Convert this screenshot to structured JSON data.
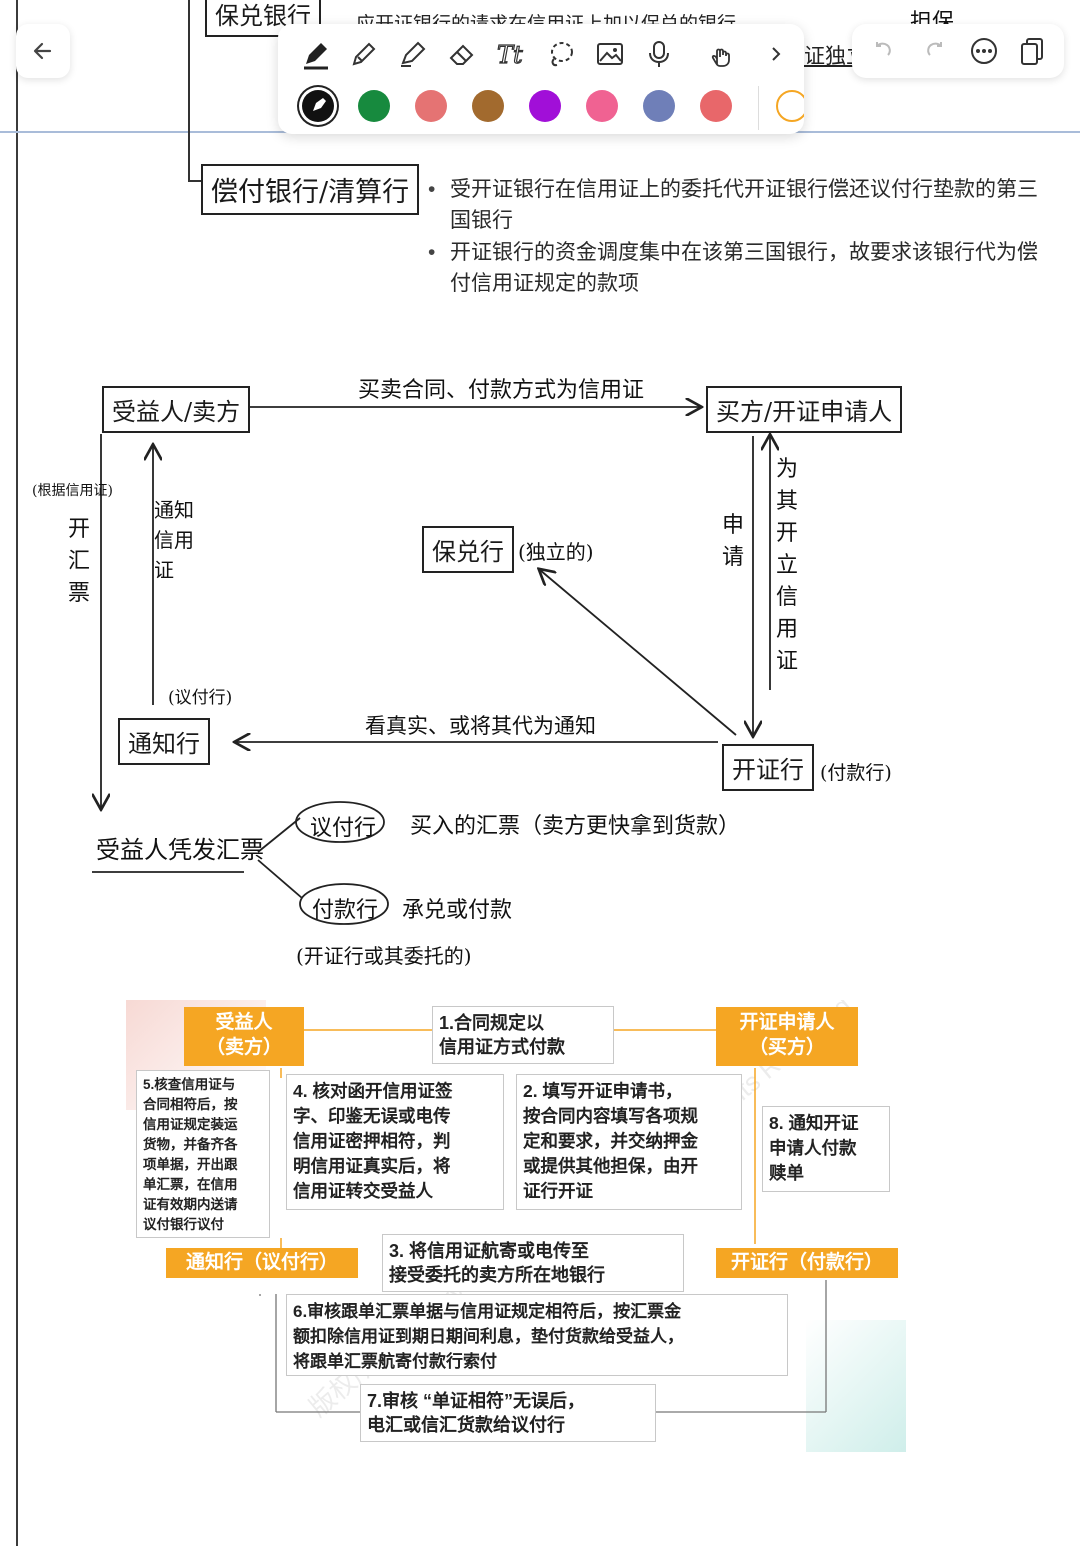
{
  "top_partial": {
    "box_label": "保兑银行",
    "bullet_text": "应开证银行的请求在信用证上加以保兑的银行",
    "right_fragment": "担保"
  },
  "toolbar": {
    "back_icon": "arrow-left-icon",
    "tools": [
      "pen-icon",
      "pencil-icon",
      "highlighter-icon",
      "eraser-icon",
      "text-tool-icon",
      "lasso-icon",
      "image-icon",
      "microphone-icon",
      "hand-touch-icon",
      "chevron-right-icon"
    ],
    "overflow_text": "证独立",
    "colors": [
      "#111111",
      "#178a3e",
      "#e57373",
      "#a26a2e",
      "#a10fd8",
      "#f06292",
      "#6f7fb8",
      "#e8676a"
    ],
    "selected_color": "#111111",
    "actions": [
      "undo-icon",
      "redo-icon",
      "more-icon",
      "pages-icon"
    ]
  },
  "reimbursing": {
    "label": "偿付银行/清算行",
    "bullets": [
      "受开证银行在信用证上的委托代开证银行偿还议付行垫款的第三国银行",
      "开证银行的资金调度集中在该第三国银行，故要求该银行代为偿付信用证规定的款项"
    ]
  },
  "handwritten": {
    "beneficiary": "受益人/卖方",
    "applicant": "买方/开证申请人",
    "contract": "买卖合同、付款方式为信用证",
    "confirming": "保兑行",
    "confirming_note": "(独立的)",
    "advising": "通知行",
    "advising_note": "(议付行)",
    "issuing": "开证行",
    "issuing_note": "(付款行)",
    "send_note": "看真实、或将其代为通知",
    "notify_lc": "通知信用证",
    "by_lc": "(根据信用证)",
    "draw_bill": "开汇票",
    "apply": "申请",
    "open_lc": "为其开立信用证",
    "bene_bill": "受益人凭发汇票",
    "negotiating": "议付行",
    "negotiating_note": "买入的汇票（卖方更快拿到货款）",
    "paying": "付款行",
    "paying_note": "承兑或付款",
    "paying_sub": "(开证行或其委托的)"
  },
  "diagram": {
    "beneficiary": "受益人\n（卖方）",
    "applicant": "开证申请人\n（买方）",
    "advising": "通知行（议付行）",
    "issuing": "开证行（付款行）",
    "step1": "1.合同规定以\n信用证方式付款",
    "step2": "2. 填写开证申请书，\n按合同内容填写各项规\n定和要求，并交纳押金\n或提供其他担保，由开\n证行开证",
    "step3": "3. 将信用证航寄或电传至\n接受委托的卖方所在地银行",
    "step4": "4. 核对函开信用证签\n字、印鉴无误或电传\n信用证密押相符，判\n明信用证真实后，将\n信用证转交受益人",
    "step5": "5.核查信用证与\n合同相符后，按\n信用证规定装运\n货物，并备齐各\n项单据，开出跟\n单汇票，在信用\n证有效期内送请\n议付银行议付",
    "step6": "6.审核跟单汇票单据与信用证规定相符后，按汇票金\n额扣除信用证到期日期间利息，垫付货款给受益人，\n将跟单汇票航寄付款行索付",
    "step7": "7.审核 “单证相符”无误后，\n电汇或信汇货款给议付行",
    "step8": "8. 通知开证\n申请人付款\n赎单",
    "accent": "#f5a623"
  }
}
